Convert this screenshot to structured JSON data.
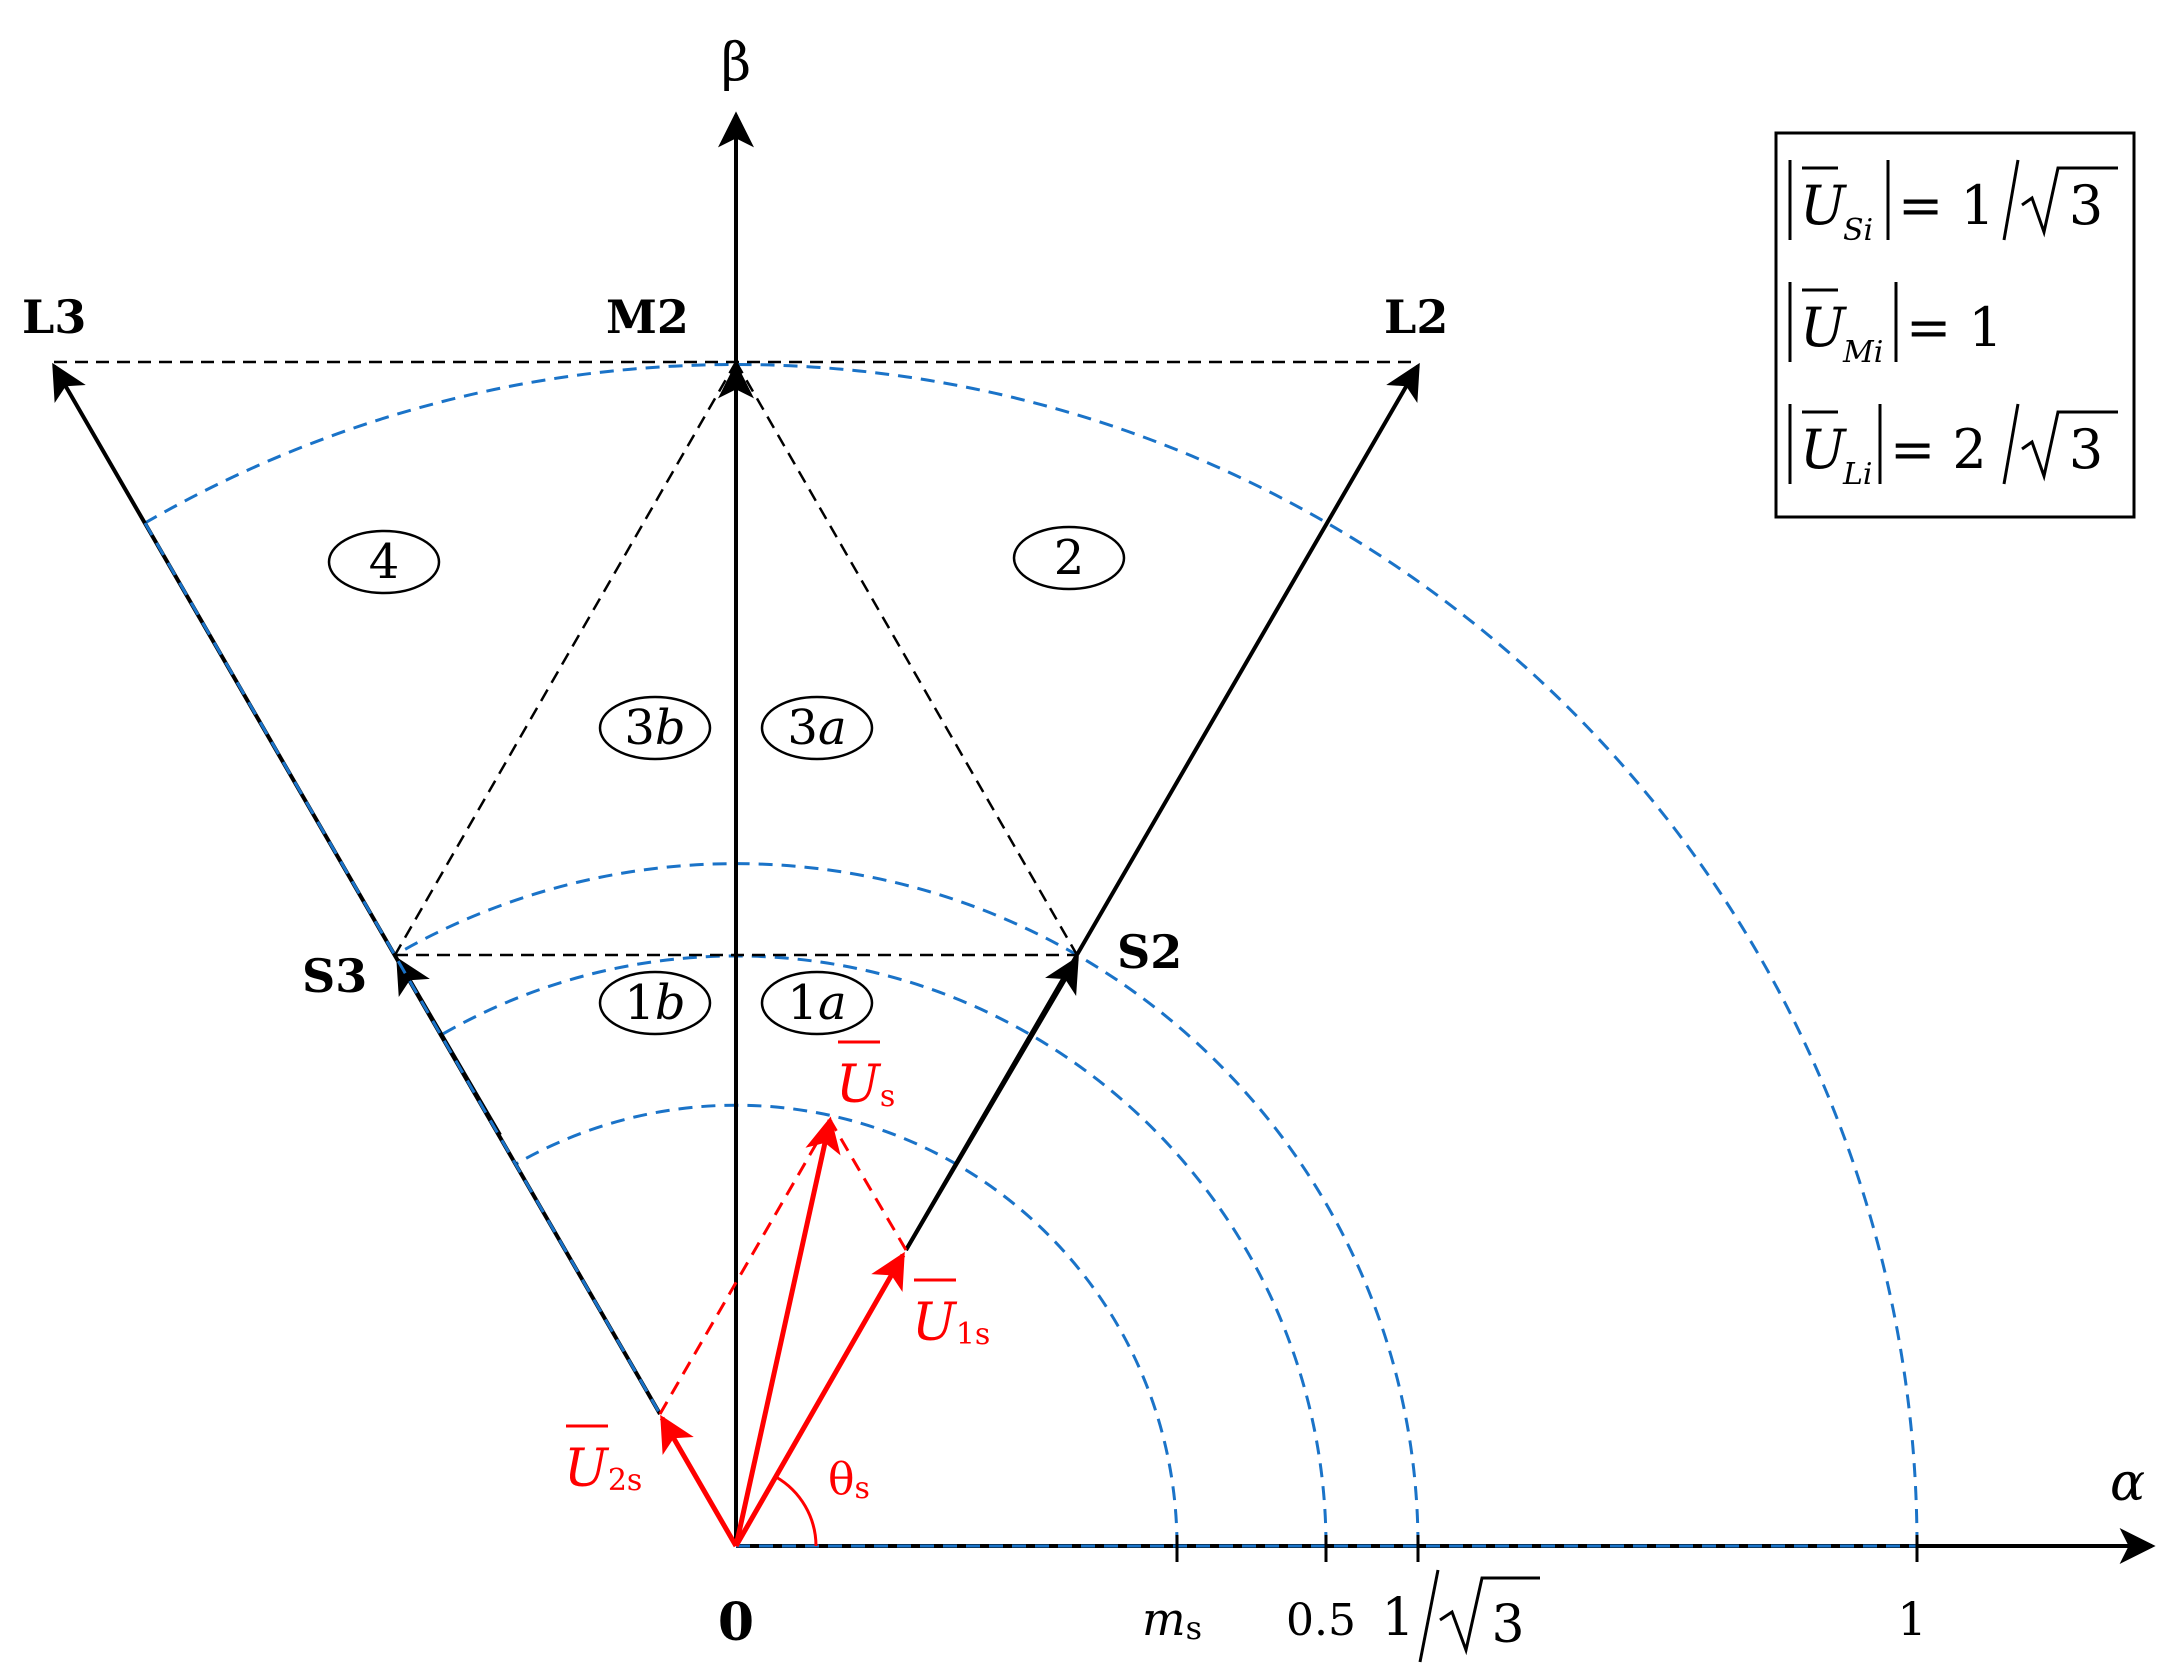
{
  "axes": {
    "alpha": "α",
    "beta": "β",
    "origin": "0"
  },
  "ticks": {
    "ms_main": "m",
    "ms_sub": "s",
    "half": "0.5",
    "inv_sqrt3_num": "1",
    "inv_sqrt3_den": "3",
    "one": "1"
  },
  "vertices": {
    "L3": "L3",
    "M2": "M2",
    "L2": "L2",
    "S3": "S3",
    "S2": "S2"
  },
  "regions": {
    "r4": "4",
    "r2": "2",
    "r3b_num": "3",
    "r3b_let": "b",
    "r3a_num": "3",
    "r3a_let": "a",
    "r1b_num": "1",
    "r1b_let": "b",
    "r1a_num": "1",
    "r1a_let": "a"
  },
  "vectors": {
    "us_main": "U",
    "us_sub": "s",
    "u1s_main": "U",
    "u1s_sub": "1s",
    "u2s_main": "U",
    "u2s_sub": "2s",
    "theta_main": "θ",
    "theta_sub": "s"
  },
  "legend": {
    "row1_sym": "U",
    "row1_sub": "Si",
    "row1_eq": "= 1",
    "row1_den": "3",
    "row2_sym": "U",
    "row2_sub": "Mi",
    "row2_eq": "= 1",
    "row3_sym": "U",
    "row3_sub": "Li",
    "row3_eq": "= 2",
    "row3_den": "3"
  },
  "colors": {
    "black": "#000000",
    "red": "#ff0000",
    "blue": "#1a73c8"
  }
}
